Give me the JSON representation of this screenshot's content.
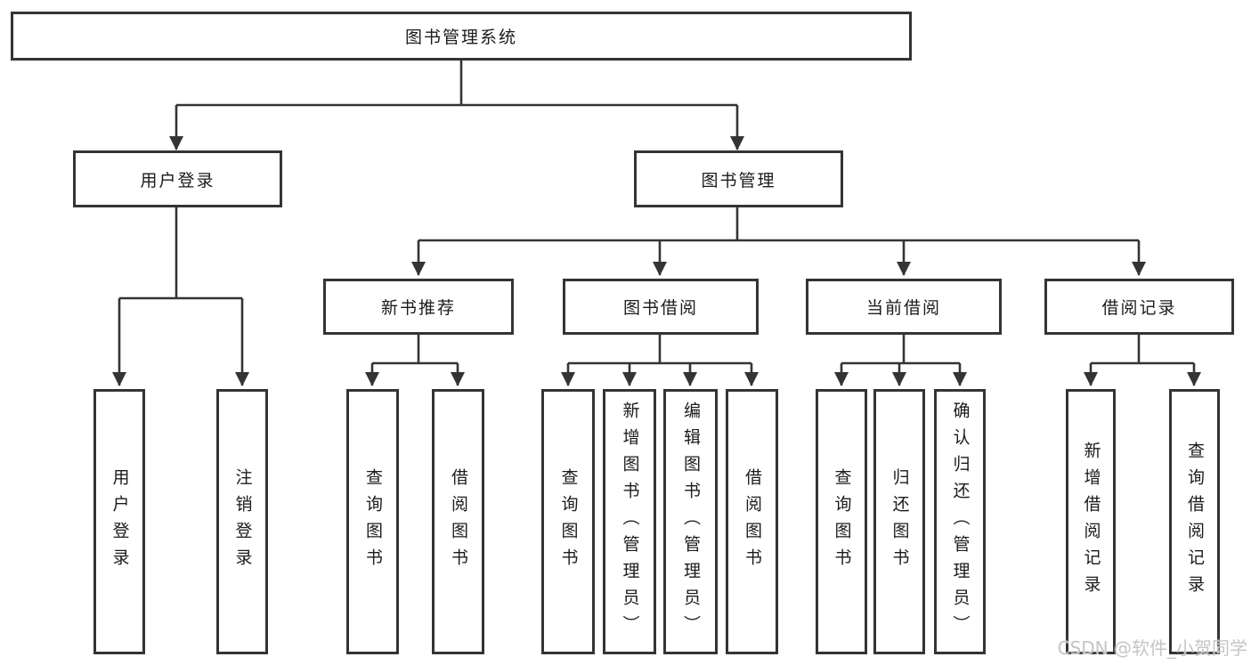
{
  "diagram": {
    "root": {
      "label": "图书管理系统"
    },
    "branches": [
      {
        "label": "用户登录"
      },
      {
        "label": "图书管理"
      }
    ],
    "modules": [
      {
        "label": "新书推荐"
      },
      {
        "label": "图书借阅"
      },
      {
        "label": "当前借阅"
      },
      {
        "label": "借阅记录"
      }
    ],
    "leaves": [
      {
        "label": "用户登录"
      },
      {
        "label": "注销登录"
      },
      {
        "label": "查询图书"
      },
      {
        "label": "借阅图书"
      },
      {
        "label": "查询图书"
      },
      {
        "label": "新增图书（管理员）"
      },
      {
        "label": "编辑图书（管理员）"
      },
      {
        "label": "借阅图书"
      },
      {
        "label": "查询图书"
      },
      {
        "label": "归还图书"
      },
      {
        "label": "确认归还（管理员）"
      },
      {
        "label": "新增借阅记录"
      },
      {
        "label": "查询借阅记录"
      }
    ]
  },
  "watermark": {
    "text": "CSDN @软件_小贺同学"
  },
  "colors": {
    "line": "#343434",
    "box_fill": "#ffffff",
    "text": "#1b1b1b",
    "watermark": "#c5c5c5",
    "background": "#ffffff"
  }
}
